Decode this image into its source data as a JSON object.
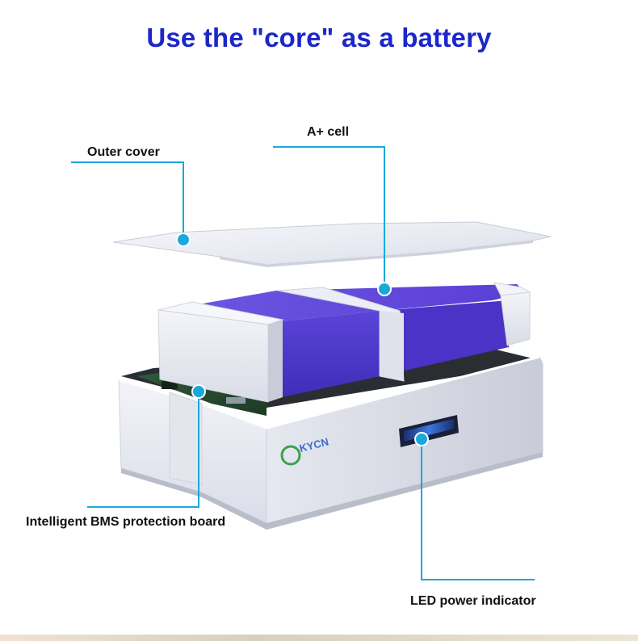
{
  "title": "Use the \"core\" as a battery",
  "labels": {
    "outer_cover": "Outer cover",
    "cell": "A+ cell",
    "bms": "Intelligent BMS protection board",
    "led": "LED power indicator"
  },
  "brand": "KYCN",
  "colors": {
    "title": "#1c26c9",
    "callout": "#1aa8dc",
    "cell": "#5a3fd6"
  }
}
